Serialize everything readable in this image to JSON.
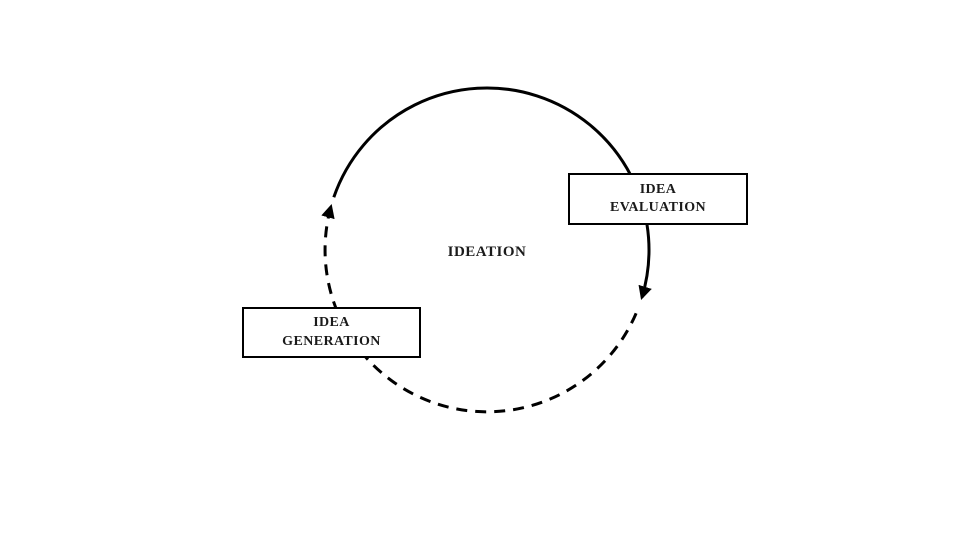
{
  "diagram": {
    "center_label": "IDEATION",
    "nodes": [
      {
        "id": "idea-generation",
        "line1": "IDEA",
        "line2": "GENERATION"
      },
      {
        "id": "idea-evaluation",
        "line1": "IDEA",
        "line2": "EVALUATION"
      }
    ],
    "arcs": [
      {
        "id": "top-arc",
        "style": "solid",
        "direction": "clockwise",
        "from": "idea-generation",
        "to": "idea-evaluation"
      },
      {
        "id": "bottom-arc",
        "style": "dashed",
        "direction": "clockwise",
        "from": "idea-evaluation",
        "to": "idea-generation"
      }
    ],
    "colors": {
      "line": "#000000",
      "box_border": "#000000",
      "box_fill": "#ffffff",
      "text": "#1b1b1b",
      "background": "#ffffff"
    }
  }
}
